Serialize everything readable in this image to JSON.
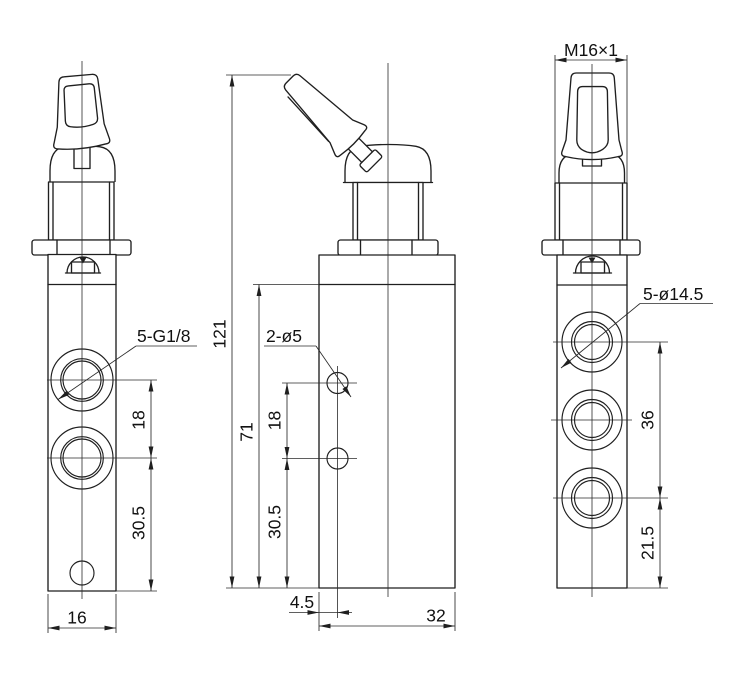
{
  "drawing": {
    "front_view": {
      "port_label": "5-G1/8",
      "dim_port_pitch": "18",
      "dim_port_to_base": "30.5",
      "dim_width": "16"
    },
    "side_view": {
      "dim_overall_height": "121",
      "dim_body_height": "71",
      "hole_label": "2-ø5",
      "dim_hole_pitch": "18",
      "dim_hole_to_base": "30.5",
      "dim_hole_offset": "4.5",
      "dim_depth": "32"
    },
    "end_view": {
      "thread_label": "M16×1",
      "bore_label": "5-ø14.5",
      "dim_port_span": "36",
      "dim_port_to_base": "21.5"
    }
  }
}
